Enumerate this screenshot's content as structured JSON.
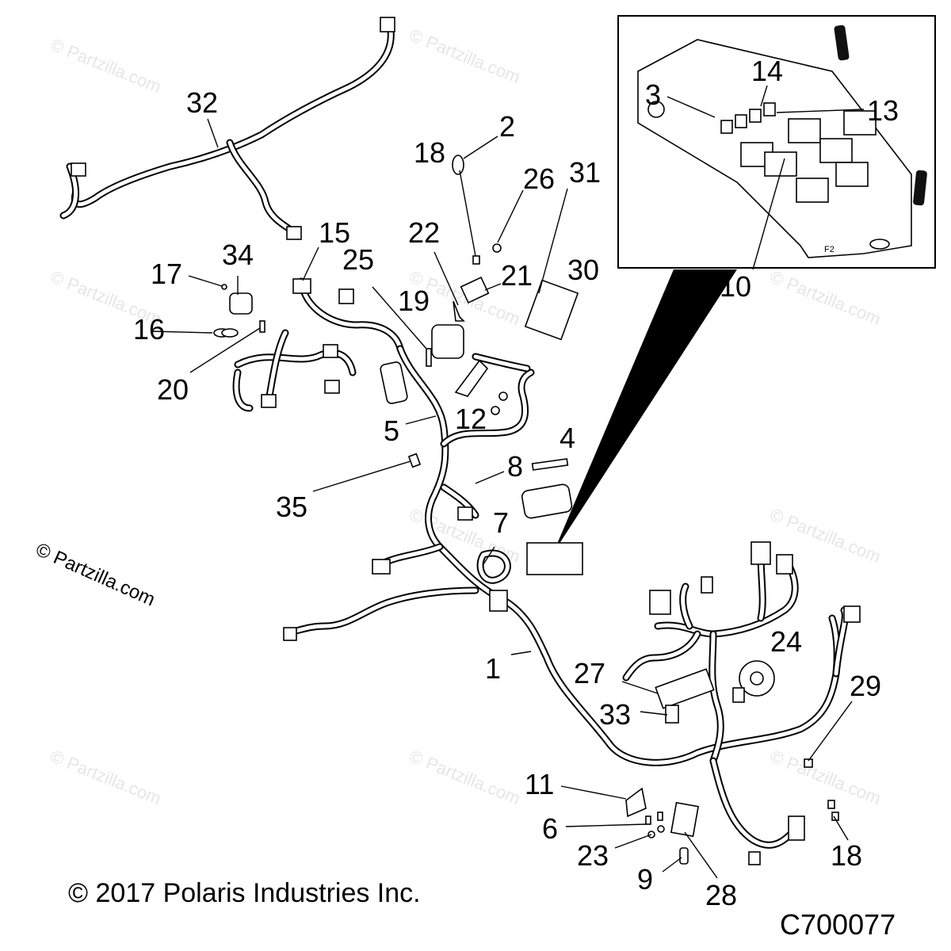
{
  "callouts": [
    "32",
    "2",
    "18",
    "26",
    "31",
    "22",
    "15",
    "34",
    "17",
    "25",
    "21",
    "30",
    "19",
    "16",
    "20",
    "5",
    "12",
    "4",
    "8",
    "35",
    "7",
    "1",
    "24",
    "27",
    "33",
    "29",
    "11",
    "6",
    "23",
    "9",
    "28",
    "18",
    "3",
    "14",
    "13",
    "10"
  ],
  "copyright": "© 2017 Polaris Industries Inc.",
  "diagram_id": "C700077",
  "side_watermark": "© Partzilla.com",
  "watermark": "© Partzilla.com",
  "inset_part_mark": "F2"
}
